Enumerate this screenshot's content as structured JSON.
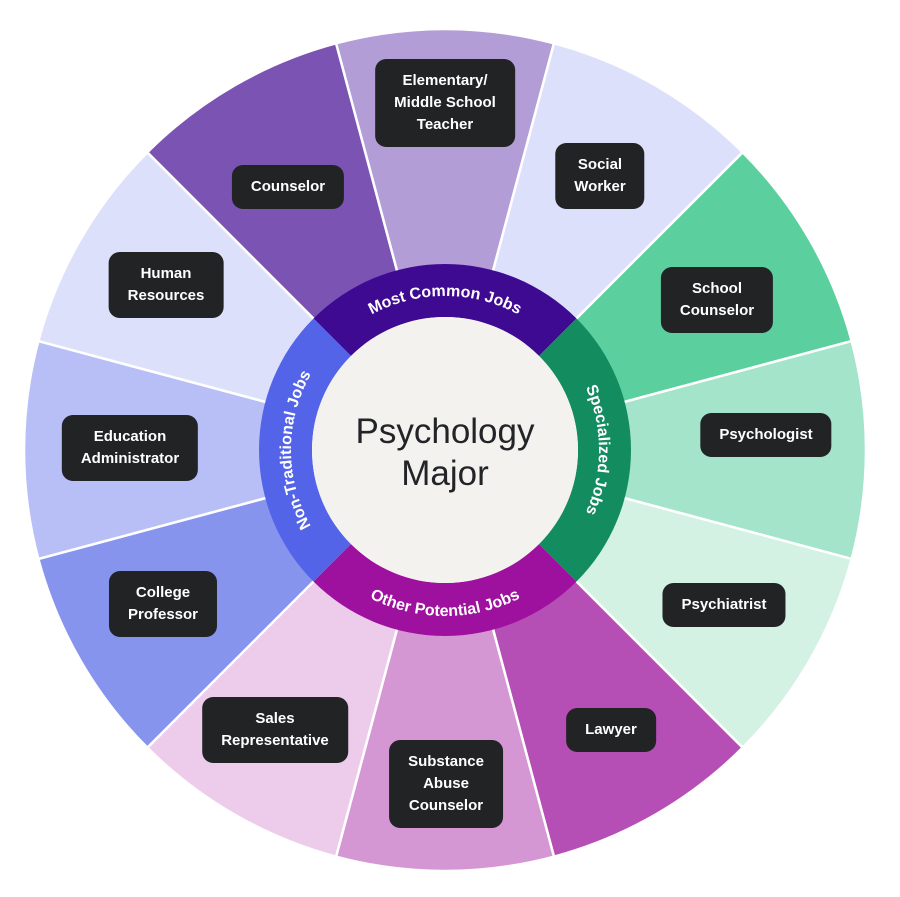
{
  "center": {
    "title": "Psychology\nMajor",
    "fill": "#f3f2ef"
  },
  "groups": [
    {
      "name": "Most Common Jobs",
      "color": "#3f0a92"
    },
    {
      "name": "Specialized Jobs",
      "color": "#138c5f"
    },
    {
      "name": "Other Potential Jobs",
      "color": "#9e109e"
    },
    {
      "name": "Non-Traditional Jobs",
      "color": "#5364e8"
    }
  ],
  "jobs": [
    {
      "label": "Elementary/\nMiddle School\nTeacher",
      "color": "#b39dd6",
      "group": "Most Common Jobs"
    },
    {
      "label": "Social\nWorker",
      "color": "#dde0fa",
      "group": "Most Common Jobs"
    },
    {
      "label": "School\nCounselor",
      "color": "#5ccf9e",
      "group": "Specialized Jobs"
    },
    {
      "label": "Psychologist",
      "color": "#a3e4ca",
      "group": "Specialized Jobs"
    },
    {
      "label": "Psychiatrist",
      "color": "#d3f2e4",
      "group": "Specialized Jobs"
    },
    {
      "label": "Lawyer",
      "color": "#b54fb5",
      "group": "Other Potential Jobs"
    },
    {
      "label": "Substance\nAbuse\nCounselor",
      "color": "#d597d4",
      "group": "Other Potential Jobs"
    },
    {
      "label": "Sales\nRepresentative",
      "color": "#ecccea",
      "group": "Other Potential Jobs"
    },
    {
      "label": "College\nProfessor",
      "color": "#8794ee",
      "group": "Non-Traditional Jobs"
    },
    {
      "label": "Education\nAdministrator",
      "color": "#b8bff6",
      "group": "Non-Traditional Jobs"
    },
    {
      "label": "Human\nResources",
      "color": "#dde0fa",
      "group": "Non-Traditional Jobs"
    },
    {
      "label": "Counselor",
      "color": "#7b53b3",
      "group": "Most Common Jobs"
    }
  ]
}
